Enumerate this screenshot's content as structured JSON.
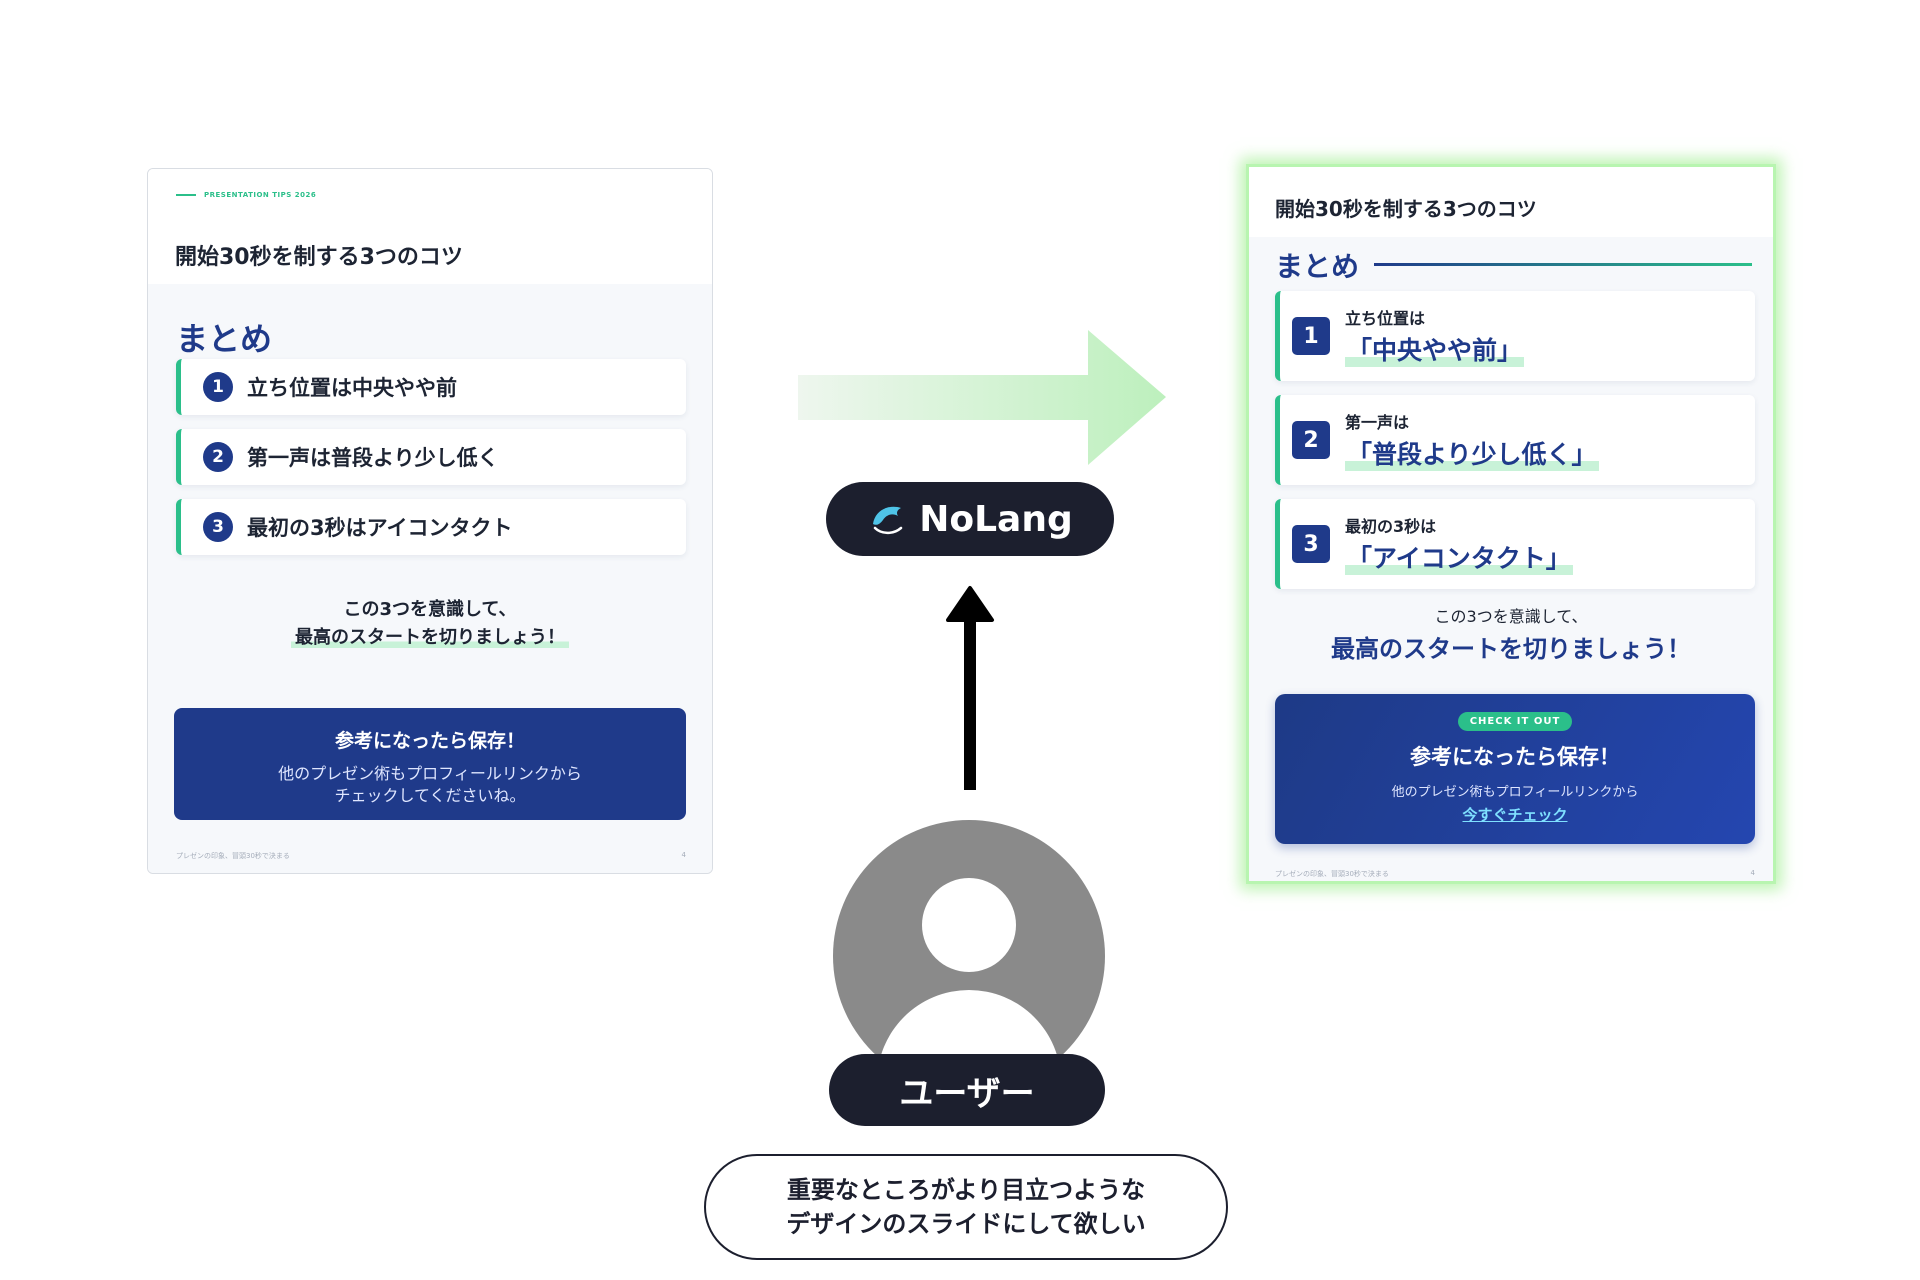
{
  "before_slide": {
    "kicker": "PRESENTATION TIPS 2026",
    "title": "開始30秒を制する3つのコツ",
    "heading": "まとめ",
    "items": [
      {
        "num": "1",
        "text": "立ち位置は中央やや前"
      },
      {
        "num": "2",
        "text": "第一声は普段より少し低く"
      },
      {
        "num": "3",
        "text": "最初の3秒はアイコンタクト"
      }
    ],
    "closing_line1": "この3つを意識して、",
    "closing_line2": "最高のスタートを切りましょう！",
    "cta_title": "参考になったら保存！",
    "cta_line1": "他のプレゼン術もプロフィールリンクから",
    "cta_line2": "チェックしてくださいね。",
    "footer_left": "プレゼンの印象、冒頭30秒で決まる",
    "footer_page": "4"
  },
  "after_slide": {
    "title": "開始30秒を制する3つのコツ",
    "heading": "まとめ",
    "items": [
      {
        "num": "1",
        "label": "立ち位置は",
        "highlight": "「中央やや前」"
      },
      {
        "num": "2",
        "label": "第一声は",
        "highlight": "「普段より少し低く」"
      },
      {
        "num": "3",
        "label": "最初の3秒は",
        "highlight": "「アイコンタクト」"
      }
    ],
    "closing_line1": "この3つを意識して、",
    "closing_line2": "最高のスタートを切りましょう！",
    "badge": "CHECK IT OUT",
    "cta_title": "参考になったら保存！",
    "cta_line1": "他のプレゼン術もプロフィールリンクから",
    "cta_link": "今すぐチェック",
    "footer_left": "プレゼンの印象、冒頭30秒で決まる",
    "footer_page": "4"
  },
  "app": {
    "name": "NoLang",
    "logo_icon": "dolphin-logo-icon"
  },
  "user": {
    "label": "ユーザー",
    "avatar_icon": "user-avatar-icon",
    "request_line1": "重要なところがより目立つような",
    "request_line2": "デザインのスライドにして欲しい"
  },
  "colors": {
    "navy": "#1f3a8a",
    "accent_green": "#2bbf8a",
    "dark_pill": "#1c1f2e",
    "glow_green": "#b8f5b0"
  }
}
